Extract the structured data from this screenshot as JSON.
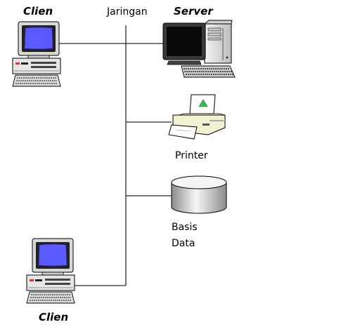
{
  "nodes": {
    "client_top": {
      "label": "Clien",
      "icon": "desktop-computer-icon"
    },
    "network": {
      "label": "Jaringan"
    },
    "server": {
      "label": "Server",
      "icon": "server-computer-icon"
    },
    "printer": {
      "label": "Printer",
      "icon": "printer-icon"
    },
    "database": {
      "label_line1": "Basis",
      "label_line2": "Data",
      "icon": "database-cylinder-icon"
    },
    "client_bottom": {
      "label": "Clien",
      "icon": "desktop-computer-icon"
    }
  },
  "colors": {
    "screen": "#5a5aff",
    "monitor_dark": "#111111",
    "case_light": "#e8e8e8",
    "printer_body": "#f2f0d2",
    "printer_triangle": "#2fbf4f",
    "db_top": "#f4f4f4",
    "db_body_edge": "#9a9a9a",
    "line": "#2b2b2b"
  }
}
